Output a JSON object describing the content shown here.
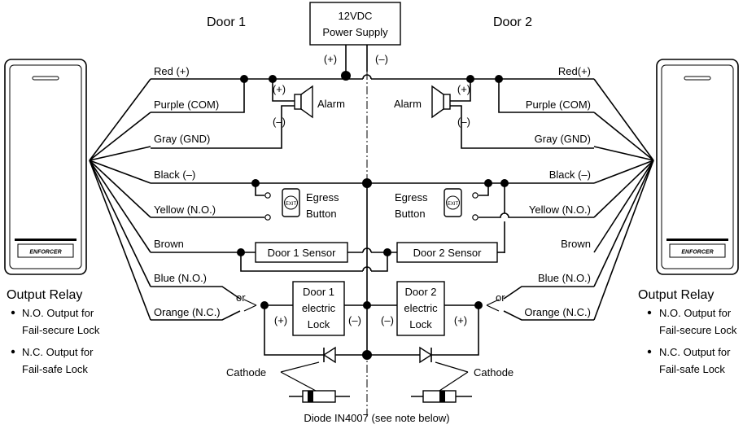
{
  "power_supply": {
    "line1": "12VDC",
    "line2": "Power Supply",
    "pos": "(+)",
    "neg": "(–)"
  },
  "door1": {
    "title": "Door 1",
    "wires": [
      "Red (+)",
      "Purple (COM)",
      "Gray (GND)",
      "Black (–)",
      "Yellow (N.O.)",
      "Brown",
      "Blue (N.O.)",
      "Orange (N.C.)"
    ],
    "alarm": "Alarm",
    "alarm_pos": "(+)",
    "alarm_neg": "(–)",
    "egress_line1": "Egress",
    "egress_line2": "Button",
    "exit_text": "EXIT",
    "sensor": "Door 1 Sensor",
    "lock_line1": "Door 1",
    "lock_line2": "electric",
    "lock_line3": "Lock",
    "lock_pos": "(+)",
    "lock_neg": "(–)",
    "or": "or",
    "cathode": "Cathode"
  },
  "door2": {
    "title": "Door 2",
    "wires": [
      "Red(+)",
      "Purple (COM)",
      "Gray (GND)",
      "Black (–)",
      "Yellow (N.O.)",
      "Brown",
      "Blue (N.O.)",
      "Orange (N.C.)"
    ],
    "alarm": "Alarm",
    "alarm_pos": "(+)",
    "alarm_neg": "(–)",
    "egress_line1": "Egress",
    "egress_line2": "Button",
    "exit_text": "EXIT",
    "sensor": "Door 2 Sensor",
    "lock_line1": "Door 2",
    "lock_line2": "electric",
    "lock_line3": "Lock",
    "lock_pos": "(+)",
    "lock_neg": "(–)",
    "or": "or",
    "cathode": "Cathode"
  },
  "reader_brand": "ENFORCER",
  "output_relay": {
    "title": "Output Relay",
    "items": [
      "N.O. Output for",
      "Fail-secure Lock",
      "N.C. Output for",
      "Fail-safe Lock"
    ]
  },
  "diode_note": "Diode IN4007 (see note below)"
}
